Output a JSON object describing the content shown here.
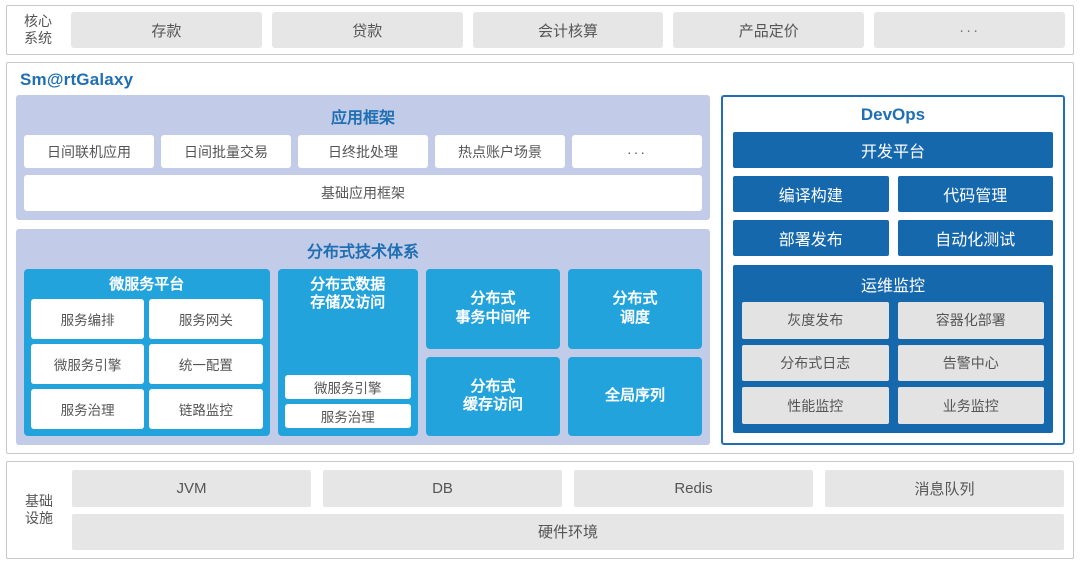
{
  "core": {
    "label_line1": "核心",
    "label_line2": "系统",
    "cards": [
      {
        "label": "存款"
      },
      {
        "label": "贷款"
      },
      {
        "label": "会计核算"
      },
      {
        "label": "产品定价"
      },
      {
        "label": "···"
      }
    ]
  },
  "galaxy": {
    "title": "Sm@rtGalaxy",
    "app_framework": {
      "title": "应用框架",
      "items": [
        {
          "label": "日间联机应用"
        },
        {
          "label": "日间批量交易"
        },
        {
          "label": "日终批处理"
        },
        {
          "label": "热点账户场景"
        },
        {
          "label": "···"
        }
      ],
      "base": "基础应用框架"
    },
    "distributed": {
      "title": "分布式技术体系",
      "microservice": {
        "title": "微服务平台",
        "chips": [
          {
            "label": "服务编排"
          },
          {
            "label": "服务网关"
          },
          {
            "label": "微服务引擎"
          },
          {
            "label": "统一配置"
          },
          {
            "label": "服务治理"
          },
          {
            "label": "链路监控"
          }
        ]
      },
      "storage": {
        "title_line1": "分布式数据",
        "title_line2": "存储及访问",
        "chips": [
          {
            "label": "微服务引擎"
          },
          {
            "label": "服务治理"
          }
        ]
      },
      "col3": [
        {
          "line1": "分布式",
          "line2": "事务中间件"
        },
        {
          "line1": "分布式",
          "line2": "缓存访问"
        }
      ],
      "col4": [
        {
          "line1": "分布式",
          "line2": "调度"
        },
        {
          "line1": "全局序列",
          "line2": ""
        }
      ]
    }
  },
  "devops": {
    "title": "DevOps",
    "platform": "开发平台",
    "row1": [
      {
        "label": "编译构建"
      },
      {
        "label": "代码管理"
      }
    ],
    "row2": [
      {
        "label": "部署发布"
      },
      {
        "label": "自动化测试"
      }
    ],
    "monitor": {
      "title": "运维监控",
      "chips": [
        {
          "label": "灰度发布"
        },
        {
          "label": "容器化部署"
        },
        {
          "label": "分布式日志"
        },
        {
          "label": "告警中心"
        },
        {
          "label": "性能监控"
        },
        {
          "label": "业务监控"
        }
      ]
    }
  },
  "infra": {
    "label_line1": "基础",
    "label_line2": "设施",
    "cards": [
      {
        "label": "JVM"
      },
      {
        "label": "DB"
      },
      {
        "label": "Redis"
      },
      {
        "label": "消息队列"
      }
    ],
    "hardware": "硬件环境"
  },
  "colors": {
    "brand_blue": "#1F6FB2",
    "devops_blue": "#1668AD",
    "cyan": "#23A3DC",
    "lavender": "#c2cce8",
    "gray_card": "#e6e6e6"
  }
}
